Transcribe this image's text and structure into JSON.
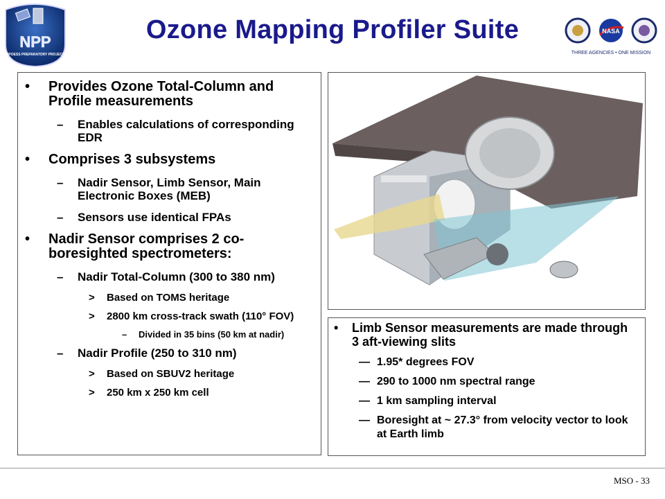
{
  "header": {
    "title": "Ozone Mapping Profiler Suite",
    "logo_text": "NPP",
    "logo_subtext": "NPOESS PREPARATORY PROJECT",
    "agencies_text": "THREE AGENCIES • ONE MISSION",
    "nasa_text": "NASA"
  },
  "left_panel": {
    "b1": {
      "mk": "•",
      "text": "Provides Ozone Total-Column and Profile measurements"
    },
    "b1_1": {
      "mk": "–",
      "text": "Enables calculations of corresponding EDR"
    },
    "b2": {
      "mk": "•",
      "text": "Comprises 3 subsystems"
    },
    "b2_1": {
      "mk": "–",
      "text": "Nadir Sensor, Limb Sensor, Main Electronic Boxes (MEB)"
    },
    "b2_2": {
      "mk": "–",
      "text": "Sensors use identical FPAs"
    },
    "b3": {
      "mk": "•",
      "text": "Nadir Sensor comprises 2 co-boresighted spectrometers:"
    },
    "b3_1": {
      "mk": "–",
      "text": "Nadir Total-Column (300 to 380 nm)"
    },
    "b3_1_1": {
      "mk": ">",
      "text": "Based on TOMS heritage"
    },
    "b3_1_2": {
      "mk": ">",
      "text": "2800 km cross-track swath (110° FOV)"
    },
    "b3_1_2_1": {
      "mk": "–",
      "text": "Divided in 35 bins (50 km at nadir)"
    },
    "b3_2": {
      "mk": "–",
      "text": "Nadir Profile (250 to 310 nm)"
    },
    "b3_2_1": {
      "mk": ">",
      "text": "Based on SBUV2 heritage"
    },
    "b3_2_2": {
      "mk": ">",
      "text": "250 km x 250 km cell"
    }
  },
  "limb_panel": {
    "b1": {
      "mk": "•",
      "text": "Limb Sensor measurements are made through 3 aft-viewing slits"
    },
    "b1_1": {
      "mk": "—",
      "text": "1.95* degrees FOV"
    },
    "b1_2": {
      "mk": "—",
      "text": "290 to 1000 nm spectral range"
    },
    "b1_3": {
      "mk": "—",
      "text": "1 km sampling interval"
    },
    "b1_4": {
      "mk": "—",
      "text": "Boresight at ~ 27.3° from velocity vector to look at Earth limb"
    }
  },
  "footer": {
    "page": "MSO - 33"
  },
  "colors": {
    "title": "#1a1a8c",
    "platform": "#6b5f5f",
    "limb_plane": "#7fc4d4",
    "nadir_beam": "#e8d890"
  }
}
